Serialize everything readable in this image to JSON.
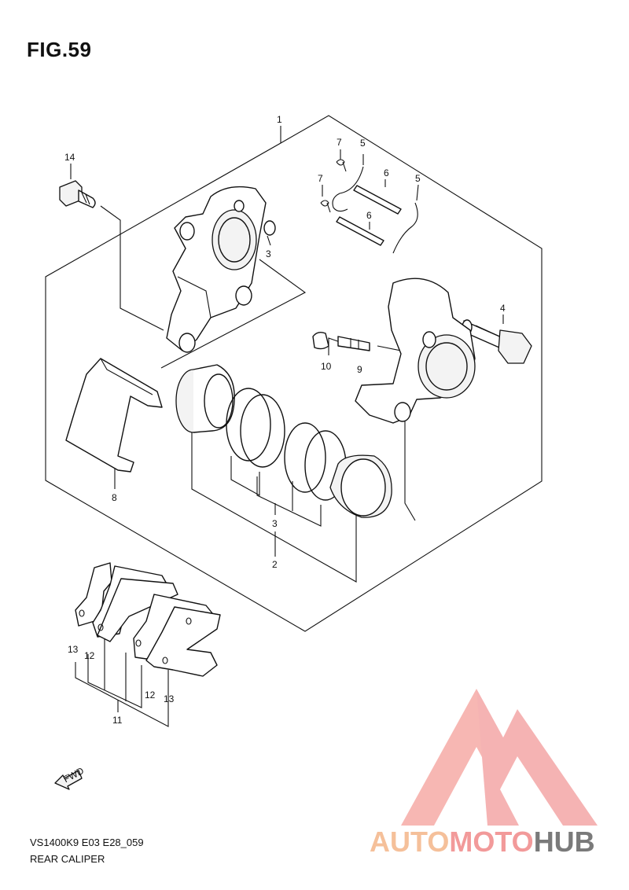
{
  "figure": {
    "title": "FIG.59"
  },
  "callouts": {
    "c1": "1",
    "c2": "2",
    "c3a": "3",
    "c3b": "3",
    "c4": "4",
    "c5a": "5",
    "c5b": "5",
    "c6a": "6",
    "c6b": "6",
    "c7a": "7",
    "c7b": "7",
    "c8": "8",
    "c9": "9",
    "c10": "10",
    "c11": "11",
    "c12a": "12",
    "c12b": "12",
    "c13a": "13",
    "c13b": "13",
    "c14": "14"
  },
  "fwd_label": "FWD",
  "footer": {
    "code": "VS1400K9 E03 E28_059",
    "name": "REAR CALIPER"
  },
  "watermark": {
    "part1": "AUTO",
    "part2": "MOTO",
    "part3": "HUB",
    "logo_icon": "triangle-m-logo"
  },
  "colors": {
    "ink": "#111111",
    "brand_orange": "#f5b48a",
    "brand_red": "#f28f8f",
    "brand_gray": "#7a7a7a"
  }
}
